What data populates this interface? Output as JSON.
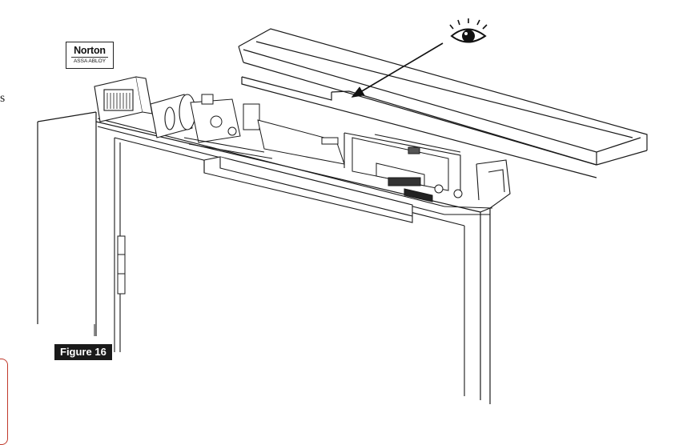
{
  "logo": {
    "brand": "Norton",
    "subbrand": "ASSA ABLOY"
  },
  "figure_label": "Figure 16",
  "cropped_text": "s",
  "icons": {
    "view": "eye-icon",
    "direction": "arrow-icon"
  },
  "colors": {
    "line": "#1a1a1a",
    "label_bg": "#1a1a1a",
    "label_text": "#ffffff",
    "edge_accent": "#c0392b"
  }
}
